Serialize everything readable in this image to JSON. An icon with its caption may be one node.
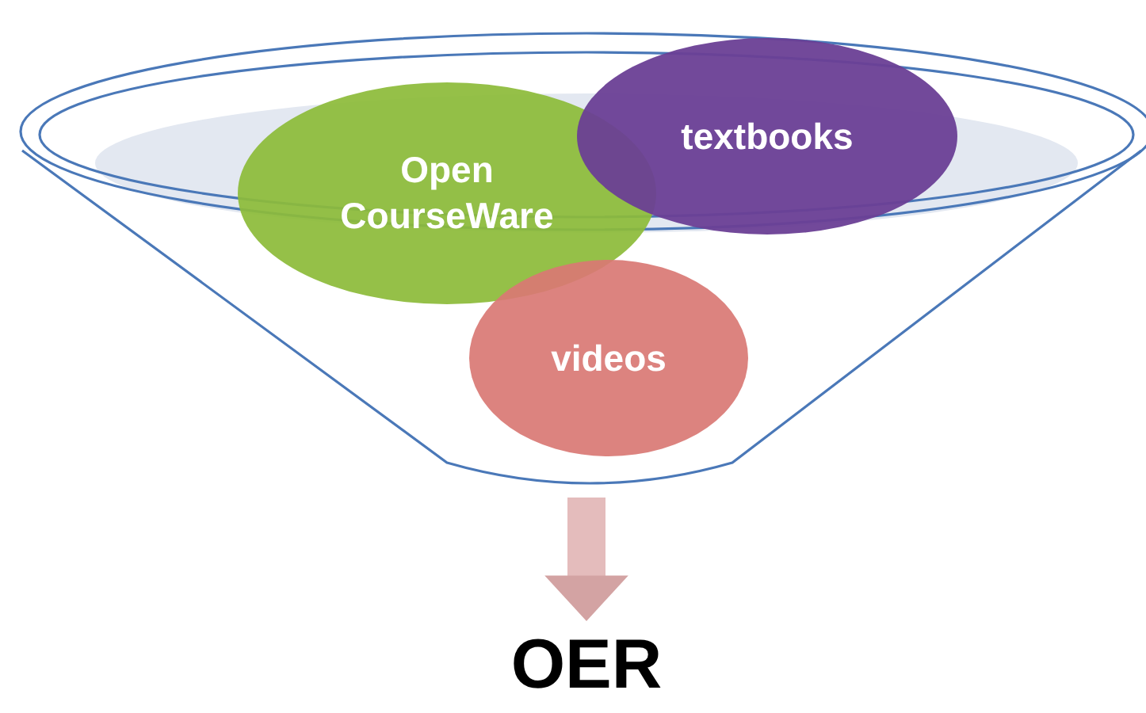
{
  "diagram": {
    "nodes": [
      {
        "text": [],
        "shape": "funnel"
      },
      {
        "text": [
          "Open CourseWare"
        ],
        "in": 0
      },
      {
        "text": [
          "textbooks"
        ],
        "in": 0
      },
      {
        "text": [
          "videos"
        ],
        "in": 0
      },
      {
        "text": [
          "OER"
        ]
      }
    ],
    "edges": [
      {
        "from": 0,
        "to": 4,
        "arrow": "to"
      }
    ]
  }
}
